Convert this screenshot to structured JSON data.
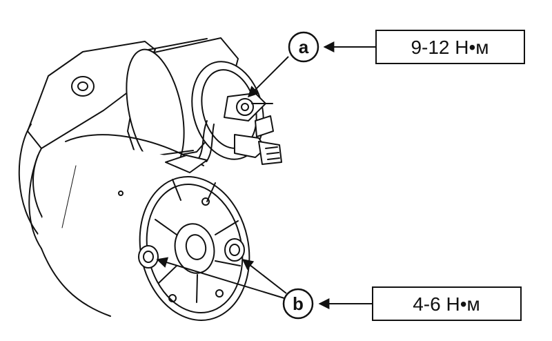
{
  "callouts": {
    "a": {
      "letter": "a",
      "torque": "9-12 Н•м"
    },
    "b": {
      "letter": "b",
      "torque": "4-6 Н•м"
    }
  },
  "colors": {
    "ink": "#111111",
    "background": "#ffffff"
  }
}
